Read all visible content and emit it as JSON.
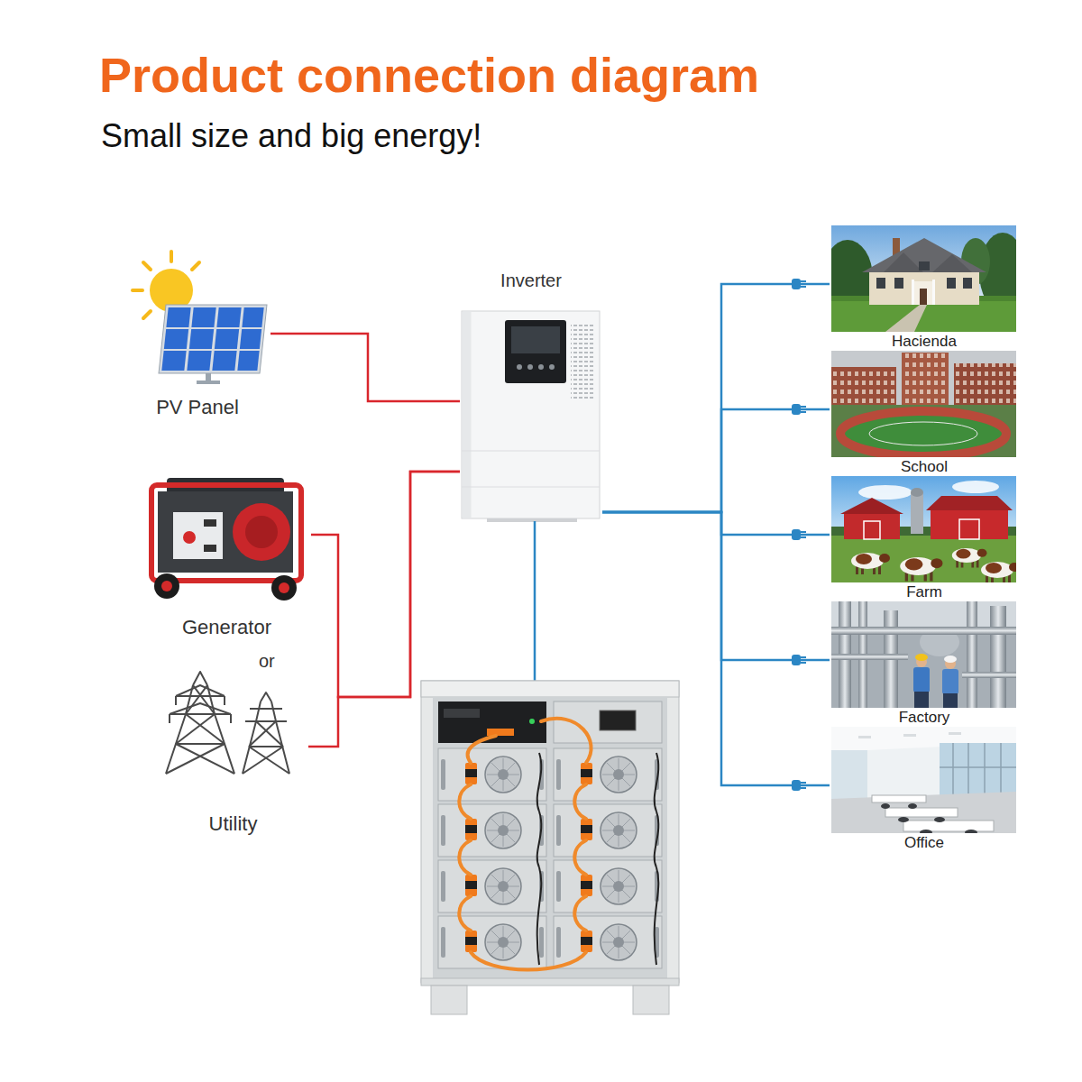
{
  "diagram": {
    "title": "Product connection diagram",
    "nodes": [
      {
        "text": [
          "PV Panel"
        ]
      },
      {
        "text": [
          "Inverter"
        ]
      },
      {
        "text": [
          "Generator"
        ]
      },
      {
        "text": [
          "Utility"
        ]
      },
      {
        "text": [
          "Hacienda"
        ]
      },
      {
        "text": [
          "School"
        ]
      },
      {
        "text": [
          "Farm"
        ]
      },
      {
        "text": [
          "Factory"
        ]
      },
      {
        "text": [
          "Office"
        ]
      }
    ],
    "edges": [
      {
        "from": 0,
        "to": 1,
        "arrow": "none"
      },
      {
        "from": 2,
        "to": 1,
        "arrow": "none"
      },
      {
        "from": 3,
        "to": 1,
        "arrow": "none"
      },
      {
        "from": 1,
        "to": 4,
        "arrow": "none"
      },
      {
        "from": 1,
        "to": 5,
        "arrow": "none"
      },
      {
        "from": 1,
        "to": 6,
        "arrow": "none"
      },
      {
        "from": 1,
        "to": 7,
        "arrow": "none"
      },
      {
        "from": 1,
        "to": 8,
        "arrow": "none"
      }
    ],
    "labels": [
      "Small size and big energy!",
      "or"
    ]
  }
}
